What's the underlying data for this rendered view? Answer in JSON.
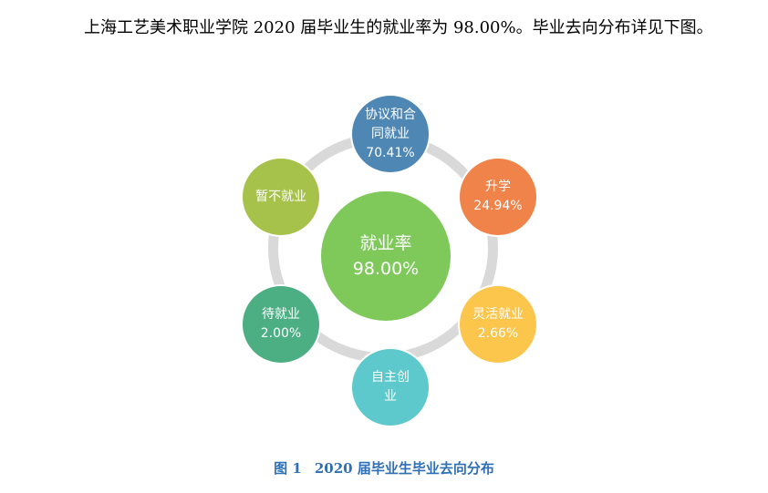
{
  "paragraph": {
    "text": "上海工艺美术职业学院 2020 届毕业生的就业率为 98.00%。毕业去向分布详见下图。"
  },
  "diagram": {
    "center": {
      "label": "就业率",
      "value": "98.00%",
      "color": "#7ec95a"
    },
    "nodes": [
      {
        "lines": [
          "协议和合",
          "同就业",
          "70.41%"
        ],
        "color": "#4f87b4"
      },
      {
        "lines": [
          "升学",
          "24.94%"
        ],
        "color": "#f0834a"
      },
      {
        "lines": [
          "灵活就业",
          "2.66%"
        ],
        "color": "#fcc54b"
      },
      {
        "lines": [
          "自主创",
          "业"
        ],
        "color": "#5ec9cc"
      },
      {
        "lines": [
          "待就业",
          "2.00%"
        ],
        "color": "#4caf84"
      },
      {
        "lines": [
          "暂不就业"
        ],
        "color": "#a6c24a"
      }
    ],
    "ring_color": "#d9d9d9"
  },
  "caption": {
    "figure_label": "图 1",
    "title": "2020 届毕业生毕业去向分布",
    "color": "#2e6fb5"
  }
}
